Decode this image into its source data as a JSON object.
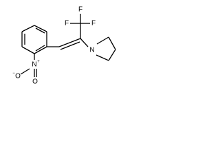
{
  "molecule": {
    "atoms": {
      "f1": "F",
      "f2": "F",
      "f3": "F",
      "n_pyrrolidine": "N",
      "n_nitro": "N",
      "o_nitro_1": "O",
      "o_nitro_2": "O"
    },
    "charges": {
      "n_nitro": "+",
      "o_nitro_1": "−"
    },
    "colors": {
      "bond": "#000000",
      "label": "#000000",
      "background": "#ffffff"
    }
  }
}
